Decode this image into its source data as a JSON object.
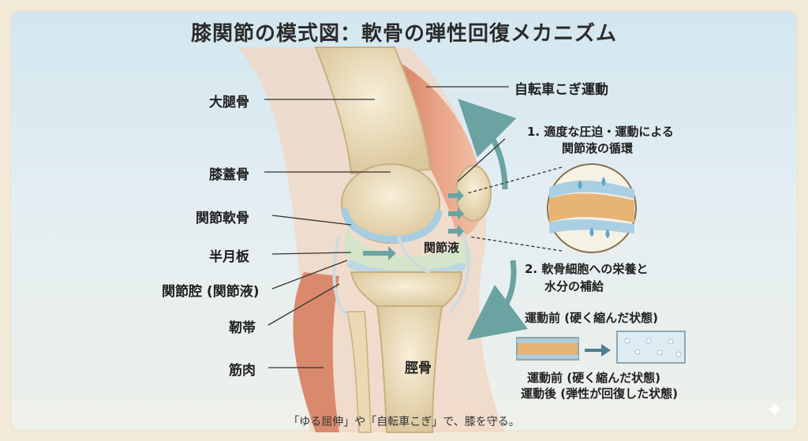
{
  "title": "膝関節の模式図：軟骨の弾性回復メカニズム",
  "labels": {
    "femur": "大腿骨",
    "patella": "膝蓋骨",
    "cartilage": "関節軟骨",
    "meniscus": "半月板",
    "cavity": "関節腔 (関節液)",
    "ligament": "靭帯",
    "muscle": "筋肉",
    "tibia": "脛骨",
    "synovial": "関節液",
    "cycling": "自転車こぎ運動"
  },
  "steps": {
    "step1_line1": "1. 適度な圧迫・運動による",
    "step1_line2": "関節液の循環",
    "step2_line1": "2. 軟骨細胞への栄養と",
    "step2_line2": "水分の補給"
  },
  "comparison": {
    "heading": "運動前 (硬く縮んだ状態)",
    "before": "運動前 (硬く縮んだ状態)",
    "after": "運動後 (弾性が回復した状態)"
  },
  "caption": "「ゆる屈伸」や「自転車こぎ」で、膝を守る。",
  "colors": {
    "bone": "#efe2c4",
    "muscle": "#d98866",
    "cartilage": "#c9dfe8",
    "fluid": "#cfe6c8",
    "arrow": "#5f9a9c"
  }
}
